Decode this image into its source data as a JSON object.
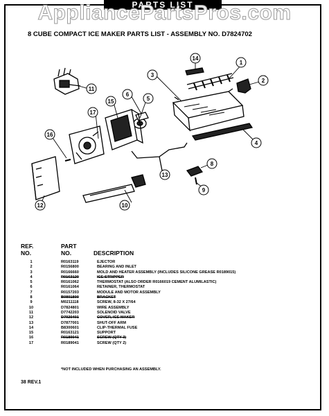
{
  "header": {
    "title": "PARTS LIST",
    "watermark": "AppliancePartsPros.com",
    "subtitle": "8 CUBE COMPACT ICE MAKER PARTS LIST - ASSEMBLY NO. D7824702"
  },
  "diagram": {
    "callouts": [
      "1",
      "2",
      "3",
      "4",
      "5",
      "6",
      "7",
      "8",
      "9",
      "10",
      "11",
      "12",
      "13",
      "14",
      "15",
      "16",
      "17"
    ]
  },
  "columns": {
    "ref_line1": "REF.",
    "ref_line2": "NO.",
    "part_line1": "PART",
    "part_line2": "NO.",
    "description": "DESCRIPTION"
  },
  "parts": [
    {
      "ref": "1",
      "part": "R0163119",
      "desc": "EJECTOR",
      "struck": false
    },
    {
      "ref": "2",
      "part": "R0156800",
      "desc": "BEARING AND INLET",
      "struck": false
    },
    {
      "ref": "3",
      "part": "R0166660",
      "desc": "MOLD AND HEATER ASSEMBLY (INCLUDES SILICONE GREASE R0189015)",
      "struck": false
    },
    {
      "ref": "4",
      "part": "R0163120",
      "desc": "ICE STRIPPER",
      "struck": true
    },
    {
      "ref": "5",
      "part": "R0161062",
      "desc": "THERMOSTAT (ALSO ORDER R0166019 CEMENT ALUMILASTIC)",
      "struck": false
    },
    {
      "ref": "6",
      "part": "R0161064",
      "desc": "RETAINER, THERMOSTAT",
      "struck": false
    },
    {
      "ref": "7",
      "part": "R0157203",
      "desc": "MODULE AND MOTOR ASSEMBLY",
      "struck": false
    },
    {
      "ref": "8",
      "part": "B0801800",
      "desc": "BRACKET",
      "struck": true
    },
    {
      "ref": "9",
      "part": "M0211118",
      "desc": "SCREW, 8-32 X 27/64",
      "struck": false
    },
    {
      "ref": "10",
      "part": "D7824801",
      "desc": "WIRE ASSEMBLY",
      "struck": false
    },
    {
      "ref": "11",
      "part": "D7742203",
      "desc": "SOLENOID  VALVE",
      "struck": false
    },
    {
      "ref": "12",
      "part": "D7920401",
      "desc": "COVER, ICE MAKER",
      "struck": true
    },
    {
      "ref": "13",
      "part": "D7877001",
      "desc": "SHUT-OFF ARM",
      "struck": false
    },
    {
      "ref": "14",
      "part": "B8300601",
      "desc": "CLIP-THERMAL FUSE",
      "struck": false
    },
    {
      "ref": "15",
      "part": "R0163121",
      "desc": "SUPPORT",
      "struck": false
    },
    {
      "ref": "16",
      "part": "R0189041",
      "desc": "SCREW (QTY 3)",
      "struck": true
    },
    {
      "ref": "17",
      "part": "R0189041",
      "desc": "SCREW (QTY 2)",
      "struck": false
    }
  ],
  "footnote": "*NOT INCLUDED WHEN PURCHASING AN ASSEMBLY.",
  "revision": "38 REV.1"
}
